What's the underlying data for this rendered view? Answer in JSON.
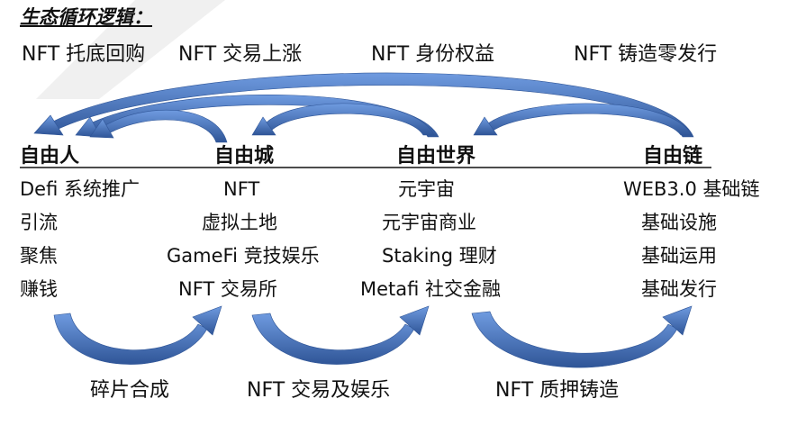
{
  "title": "生态循环逻辑：",
  "top_labels": [
    "NFT 托底回购",
    "NFT 交易上涨",
    "NFT 身份权益",
    "NFT 铸造零发行"
  ],
  "columns": [
    {
      "header": "自由人",
      "items": [
        "Defi 系统推广",
        "引流",
        "聚焦",
        "赚钱"
      ]
    },
    {
      "header": "自由城",
      "items": [
        "NFT",
        "虚拟土地",
        "GameFi 竞技娱乐",
        "NFT 交易所"
      ]
    },
    {
      "header": "自由世界",
      "items": [
        "元宇宙",
        "元宇宙商业",
        "Staking 理财",
        "Metafi 社交金融"
      ]
    },
    {
      "header": "自由链",
      "items": [
        "WEB3.0 基础链",
        "基础设施",
        "基础运用",
        "基础发行"
      ]
    }
  ],
  "bottom_labels": [
    "碎片合成",
    "NFT 交易及娱乐",
    "NFT 质押铸造"
  ],
  "colors": {
    "arrow": "#2f5597",
    "arrow_light": "#5b8bd6",
    "text": "#111111",
    "watermark": "#eeeeee"
  }
}
